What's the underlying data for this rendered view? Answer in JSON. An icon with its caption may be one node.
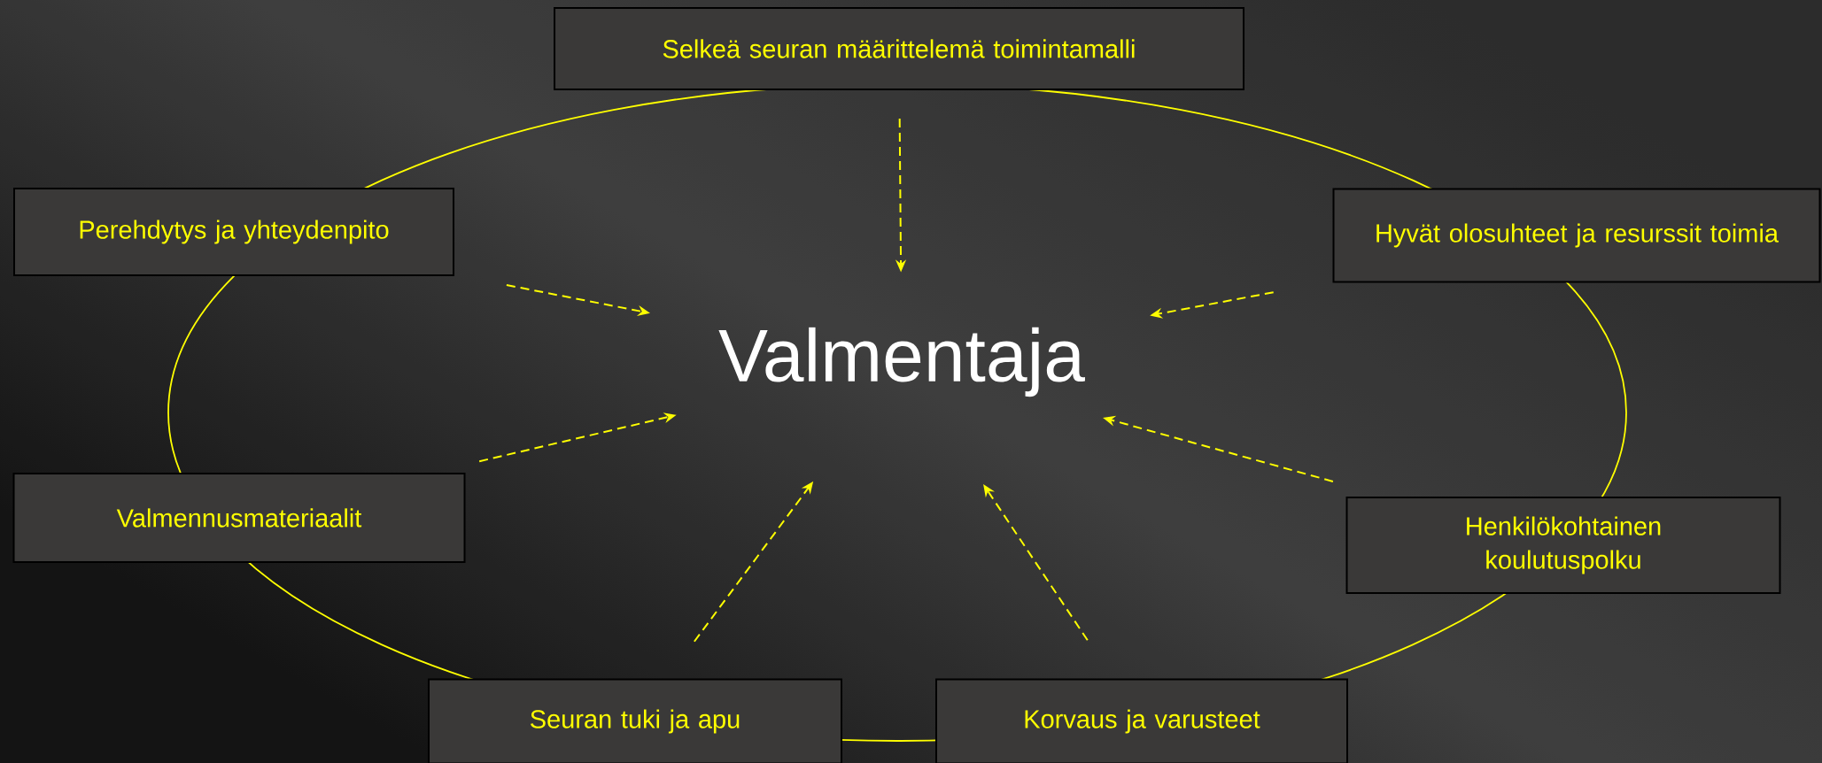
{
  "diagram": {
    "nodes": [
      {
        "text": [
          "Selkeä seuran määrittelemä toimintamalli"
        ]
      },
      {
        "text": [
          "Perehdytys ja yhteydenpito"
        ]
      },
      {
        "text": [
          "Hyvät olosuhteet ja resurssit toimia"
        ]
      },
      {
        "text": [
          "Valmennusmateriaalit"
        ]
      },
      {
        "text": [
          "Henkilökohtainen koulutuspolku"
        ]
      },
      {
        "text": [
          "Seuran tuki ja apu"
        ]
      },
      {
        "text": [
          "Korvaus ja varusteet"
        ]
      },
      {
        "text": [
          "Valmentaja"
        ]
      }
    ],
    "edges": [
      {
        "from": 0,
        "to": 7,
        "arrow": "to",
        "style": "dashed"
      },
      {
        "from": 1,
        "to": 7,
        "arrow": "to",
        "style": "dashed"
      },
      {
        "from": 2,
        "to": 7,
        "arrow": "to",
        "style": "dashed"
      },
      {
        "from": 3,
        "to": 7,
        "arrow": "to",
        "style": "dashed"
      },
      {
        "from": 4,
        "to": 7,
        "arrow": "to",
        "style": "dashed"
      },
      {
        "from": 5,
        "to": 7,
        "arrow": "to",
        "style": "dashed"
      },
      {
        "from": 6,
        "to": 7,
        "arrow": "to",
        "style": "dashed"
      }
    ]
  }
}
